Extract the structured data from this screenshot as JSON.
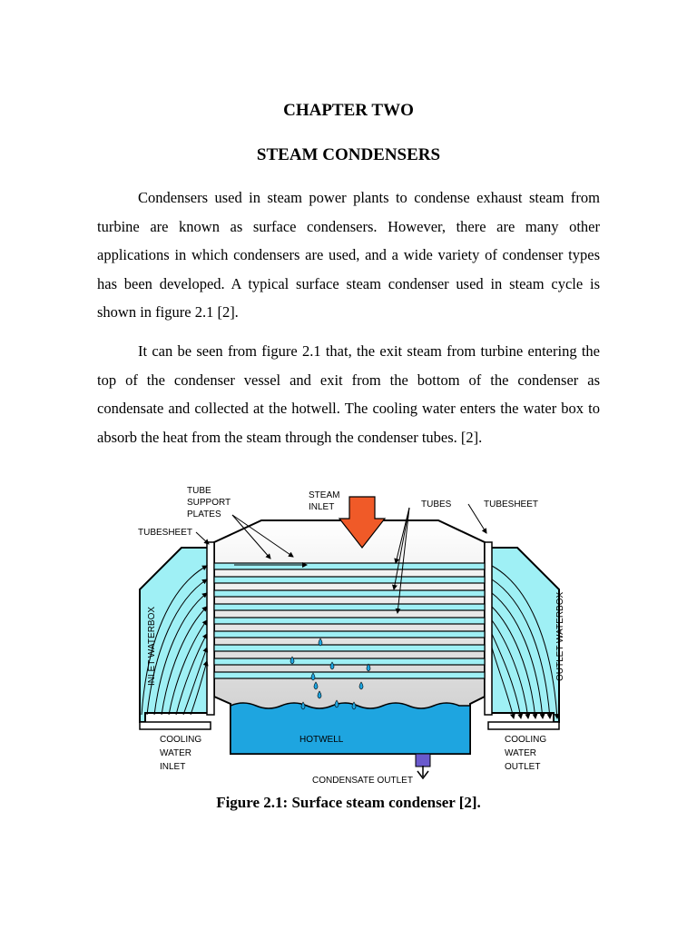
{
  "chapter_label": "CHAPTER TWO",
  "chapter_title": "STEAM CONDENSERS",
  "paragraphs": [
    "Condensers used in steam power plants to condense exhaust steam from turbine are known as surface condensers. However, there are many other applications in which condensers are used, and a wide variety of condenser types has been developed. A typical surface steam condenser used in steam cycle is shown in figure 2.1 [2].",
    "It can be seen from figure 2.1 that, the exit steam from turbine entering the top of the condenser vessel and exit from the bottom of the condenser as condensate and collected at the hotwell. The cooling water enters the water box to absorb the heat from the steam through the condenser tubes.  [2]."
  ],
  "figure": {
    "labels": {
      "tube": "TUBE",
      "support": "SUPPORT",
      "plates": "PLATES",
      "tubesheet_left": "TUBESHEET",
      "steam": "STEAM",
      "inlet": "INLET",
      "tubes": "TUBES",
      "tubesheet_right": "TUBESHEET",
      "inlet_waterbox": "INLET WATERBOX",
      "outlet_waterbox": "OUTLET WATERBOX",
      "cooling_in": "COOLING",
      "water_in": "WATER",
      "inlet_in": "INLET",
      "hotwell": "HOTWELL",
      "cooling_out": "COOLING",
      "water_out": "WATER",
      "outlet_out": "OUTLET",
      "condensate_outlet": "CONDENSATE OUTLET"
    },
    "colors": {
      "water": "#9ff0f5",
      "hotwell": "#1ea5e0",
      "steam_arrow": "#f05a28",
      "outlet_pipe": "#6a5acd"
    }
  },
  "caption": "Figure 2.1: Surface steam condenser [2]."
}
